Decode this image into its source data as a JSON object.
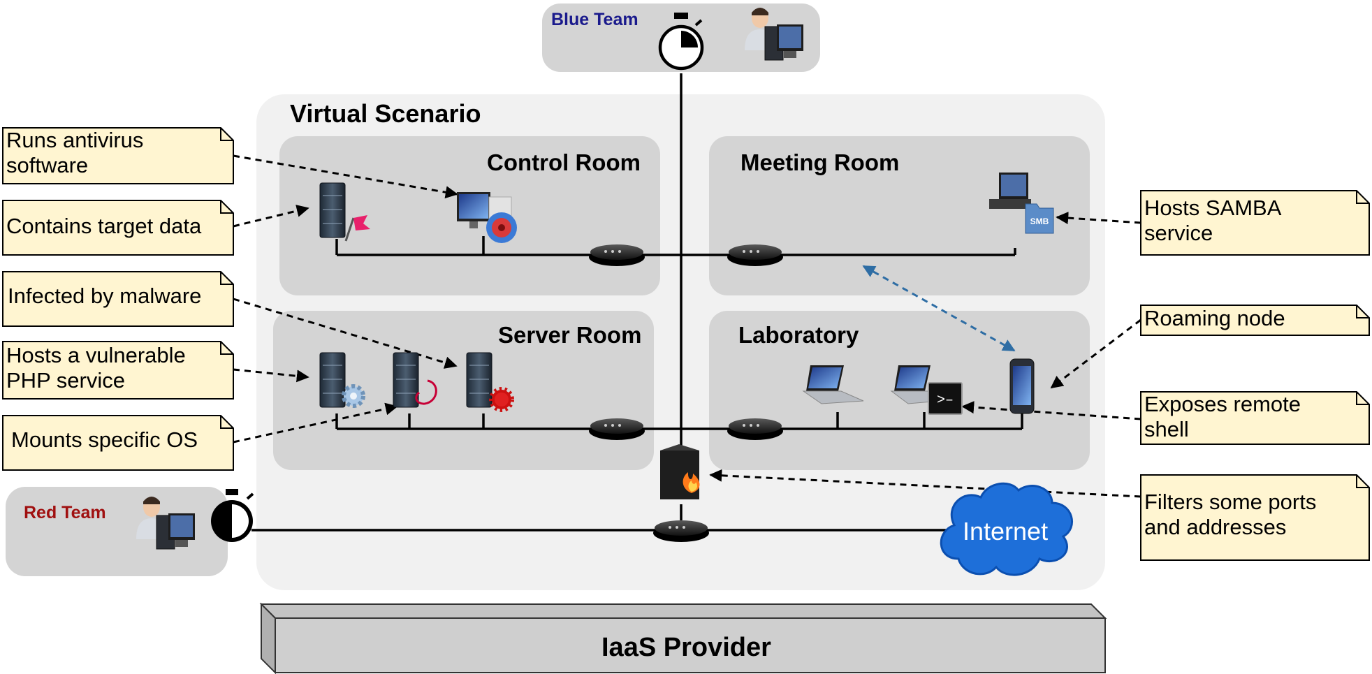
{
  "blue_team": {
    "label": "Blue Team",
    "color": "#1a1a8c"
  },
  "red_team": {
    "label": "Red Team",
    "color": "#a01010"
  },
  "scenario": {
    "title": "Virtual Scenario"
  },
  "rooms": {
    "control": "Control Room",
    "meeting": "Meeting Room",
    "server": "Server Room",
    "lab": "Laboratory"
  },
  "internet": {
    "label": "Internet",
    "color": "#1976d2"
  },
  "provider": {
    "label": "IaaS Provider"
  },
  "smb_badge": "SMB",
  "shell_glyph": ">–",
  "notes": {
    "antivirus": [
      "Runs antivirus",
      "software"
    ],
    "target_data": [
      "Contains target data"
    ],
    "malware": [
      "Infected by malware"
    ],
    "php": [
      "Hosts a vulnerable",
      "PHP service"
    ],
    "os": [
      "Mounts specific OS"
    ],
    "samba": [
      "Hosts SAMBA",
      "service"
    ],
    "roaming": [
      "Roaming node"
    ],
    "shell": [
      "Exposes remote",
      "shell"
    ],
    "filters": [
      "Filters some ports",
      "and addresses"
    ]
  },
  "colors": {
    "note_fill": "#fff5d1",
    "room_fill": "#d4d4d4",
    "scenario_fill": "#f1f1f1",
    "roaming_arrow": "#2e6da4"
  }
}
